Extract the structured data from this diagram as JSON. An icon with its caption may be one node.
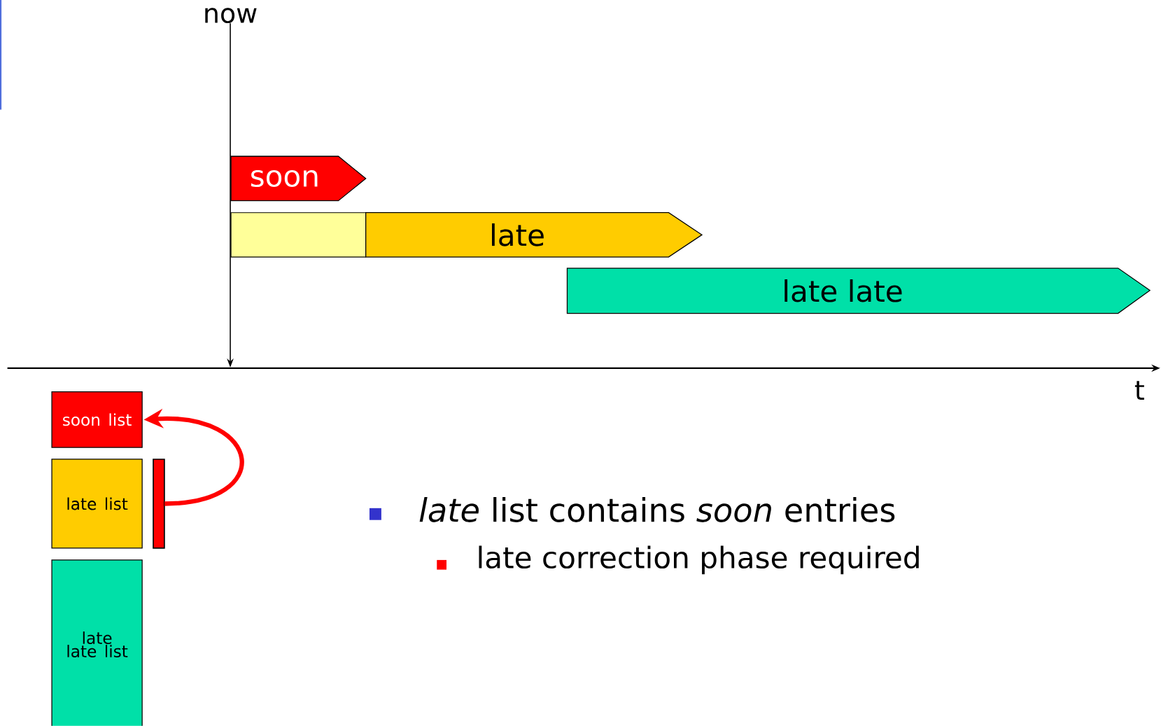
{
  "diagram": {
    "nodes": [
      {
        "text": [
          "now"
        ]
      },
      {
        "text": [
          "soon"
        ]
      },
      {
        "text": [],
        "shape": "box"
      },
      {
        "text": [
          "late"
        ]
      },
      {
        "text": [
          "late late"
        ]
      },
      {
        "text": [
          "soon list"
        ]
      },
      {
        "text": [
          "late list"
        ]
      },
      {
        "text": [],
        "shape": "bar"
      },
      {
        "text": [
          "late late list"
        ]
      }
    ],
    "edges": [
      {
        "from": 0,
        "to": null,
        "arrow": "to"
      },
      {
        "from": 7,
        "to": 5,
        "arrow": "to",
        "style": "thick",
        "color": "#ff0000"
      }
    ],
    "labels": [
      "t",
      "*late* list contains *soon* entries",
      "late correction phase required"
    ]
  }
}
